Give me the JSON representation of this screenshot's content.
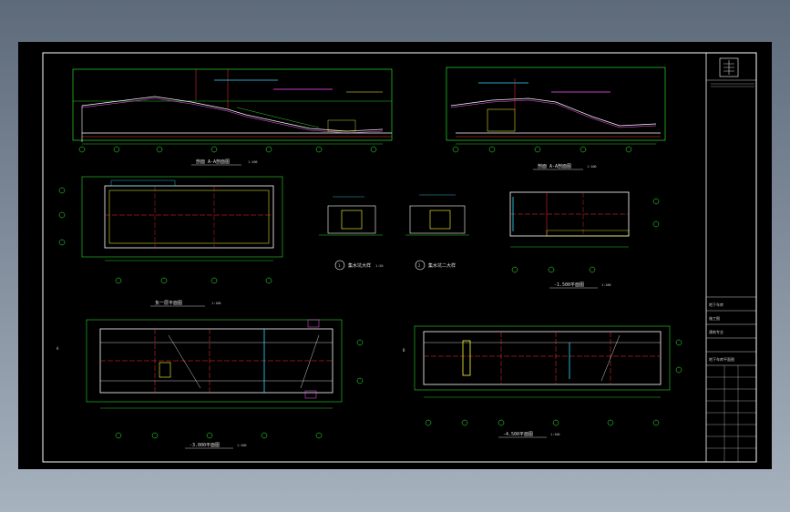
{
  "drawing_labels": {
    "section_1_title": "剖面  A-A剖面图",
    "section_1_scale": "1:100",
    "section_2_title": "剖面  A-A剖面图",
    "section_2_scale": "1:100",
    "plan_1_title": "负一层平面图",
    "plan_1_scale": "1:100",
    "detail_1_title": "集水坑大样",
    "detail_1_scale": "1:20",
    "detail_2_title": "集水坑二大样",
    "plan_2_title": "-1.500平面图",
    "plan_2_scale": "1:100",
    "plan_3_title": "-3.000平面图",
    "plan_3_scale": "1:100",
    "plan_4_title": "-4.500平面图",
    "plan_4_scale": "1:100",
    "marker_1": "1",
    "marker_2": "2",
    "axis_a": "A",
    "axis_b": "B"
  },
  "title_block": {
    "row_1": "地下车库",
    "row_2": "施工图",
    "row_3": "建筑专业",
    "row_4": "地下车库平面图"
  },
  "colors": {
    "frame": "#ffffff",
    "wall": "#ff3333",
    "dimension": "#33ff33",
    "accent_yellow": "#ffff33",
    "accent_cyan": "#33ddff",
    "accent_magenta": "#ff55ff",
    "text": "#e6e6e6"
  }
}
